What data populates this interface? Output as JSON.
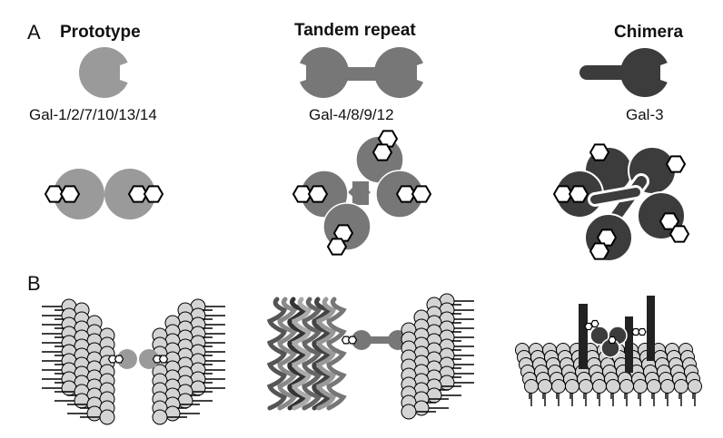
{
  "panel_a": {
    "letter": "A",
    "prototype": {
      "title": "Prototype",
      "members": "Gal-1/2/7/10/13/14"
    },
    "tandem": {
      "title": "Tandem repeat",
      "members": "Gal-4/8/9/12"
    },
    "chimera": {
      "title": "Chimera",
      "members": "Gal-3"
    }
  },
  "panel_b": {
    "letter": "B"
  },
  "colors": {
    "prototype": "#9a9a9a",
    "tandem": "#777777",
    "chimera": "#3c3c3c",
    "lipid_head": "#d4d4d4",
    "glycan": "#ffffff"
  }
}
